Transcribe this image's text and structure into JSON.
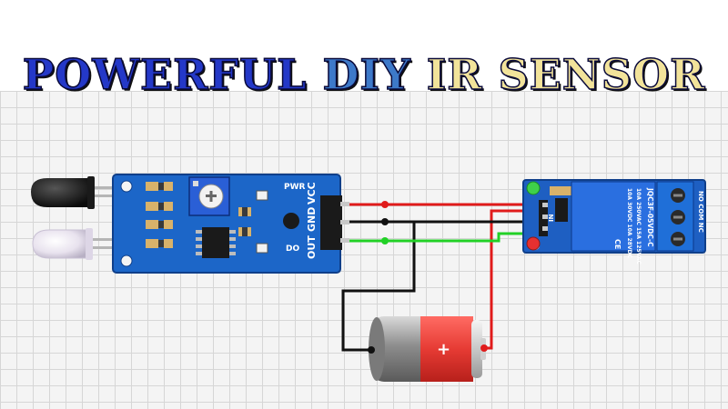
{
  "title": {
    "part1": "POWERFUL",
    "part2": "DIY",
    "part3": "IR SENSOR"
  },
  "sensor": {
    "pins": [
      "OUT",
      "GND",
      "VCC"
    ],
    "pwr_label": "PWR",
    "do_label": "DO"
  },
  "relay": {
    "model": "JQC3F-05VDC-C",
    "ratings_1": "10A 250VAC 15A 125VAC",
    "ratings_2": "10A 30VDC 10A 28VDC",
    "terminal_labels": "NO COM NC",
    "in_label": "IN",
    "cert": "CE"
  },
  "battery": {
    "polarity": "+"
  },
  "wires": {
    "vcc_color": "#e01b1b",
    "gnd_color": "#111111",
    "out_color": "#22d126"
  }
}
